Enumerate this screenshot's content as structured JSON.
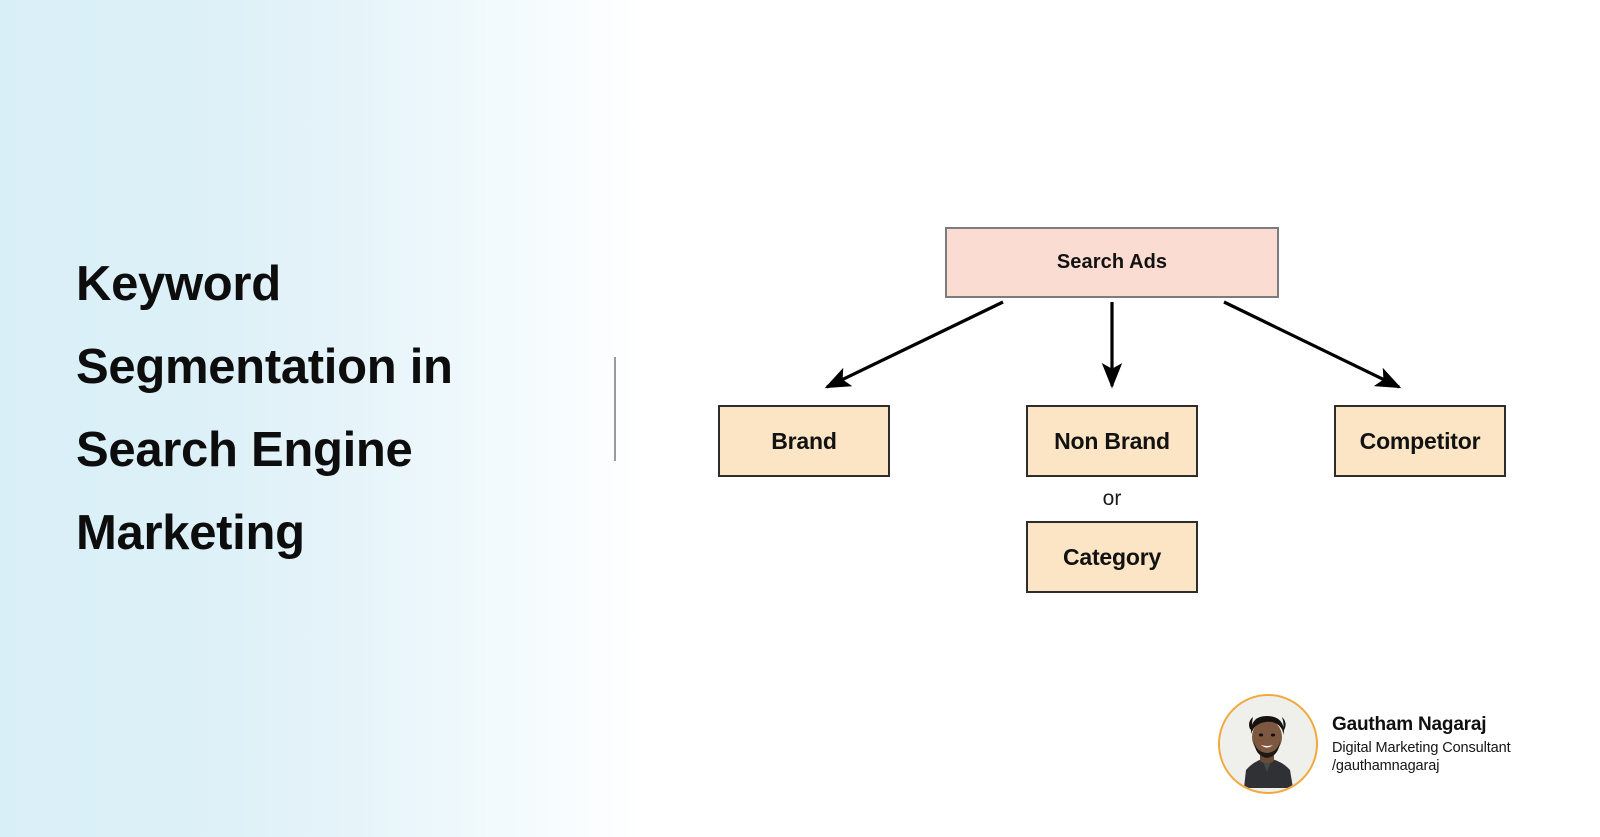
{
  "slide": {
    "background_left_color": "#d9eff7",
    "background_right_color": "#ffffff"
  },
  "title": {
    "lines": [
      "Keyword",
      "Segmentation in",
      "Search Engine",
      "Marketing"
    ]
  },
  "diagram": {
    "type": "tree",
    "root": {
      "label": "Search Ads",
      "fill": "#fbdcd3",
      "border": "#7c7c7c"
    },
    "children": [
      {
        "label": "Brand",
        "fill": "#fce5c4",
        "border": "#2d2d2d"
      },
      {
        "label": "Non Brand",
        "fill": "#fce5c4",
        "border": "#2d2d2d"
      },
      {
        "label": "Competitor",
        "fill": "#fce5c4",
        "border": "#2d2d2d"
      }
    ],
    "alternative": {
      "connector_label": "or",
      "label": "Category",
      "fill": "#fce5c4",
      "border": "#2d2d2d"
    },
    "arrow_color": "#000000"
  },
  "profile": {
    "name": "Gautham Nagaraj",
    "role": "Digital Marketing Consultant",
    "handle": "/gauthamnagaraj",
    "avatar_ring_color": "#f0a93c"
  }
}
